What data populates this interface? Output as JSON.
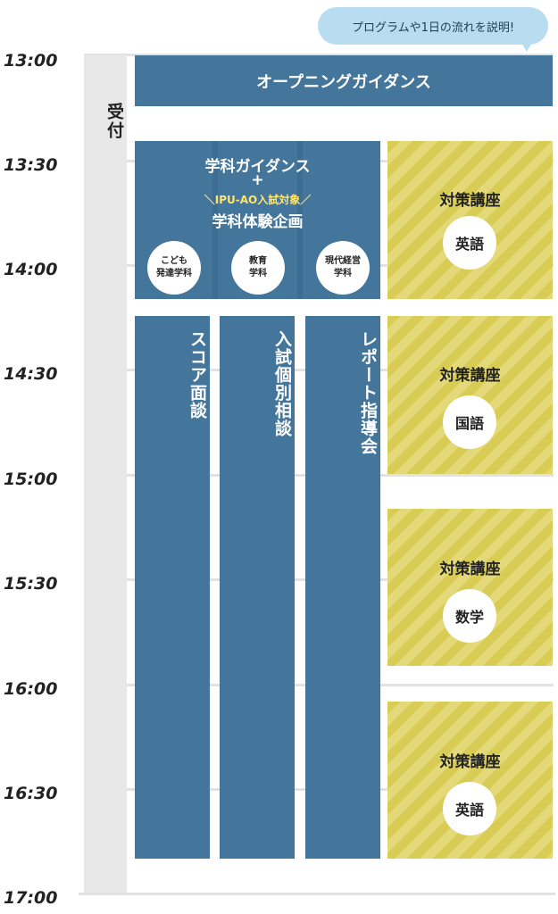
{
  "bubble_text": "プログラムや1日の流れを説明!",
  "times": [
    "13:00",
    "13:30",
    "14:00",
    "14:30",
    "15:00",
    "15:30",
    "16:00",
    "16:30",
    "17:00"
  ],
  "reception_label": "受付",
  "opening": {
    "label": "オープニングガイダンス"
  },
  "guidance": {
    "title": "学科ガイダンス",
    "plus": "+",
    "target_note": "＼IPU-AO入試対象／",
    "subtitle": "学科体験企画",
    "departments": [
      "こども\n発達学科",
      "教育\n学科",
      "現代経営\n学科"
    ]
  },
  "sessions": [
    {
      "label": "スコア面談"
    },
    {
      "label": "入試個別相談"
    },
    {
      "label": "レポート指導会"
    }
  ],
  "courses": [
    {
      "title": "対策講座",
      "subject": "英語"
    },
    {
      "title": "対策講座",
      "subject": "国語"
    },
    {
      "title": "対策講座",
      "subject": "数学"
    },
    {
      "title": "対策講座",
      "subject": "英語"
    }
  ],
  "colors": {
    "blue": "#44759b",
    "yellow": "#d9cc54",
    "bubble": "#b8ddf0",
    "reception": "#e8e8e8"
  }
}
